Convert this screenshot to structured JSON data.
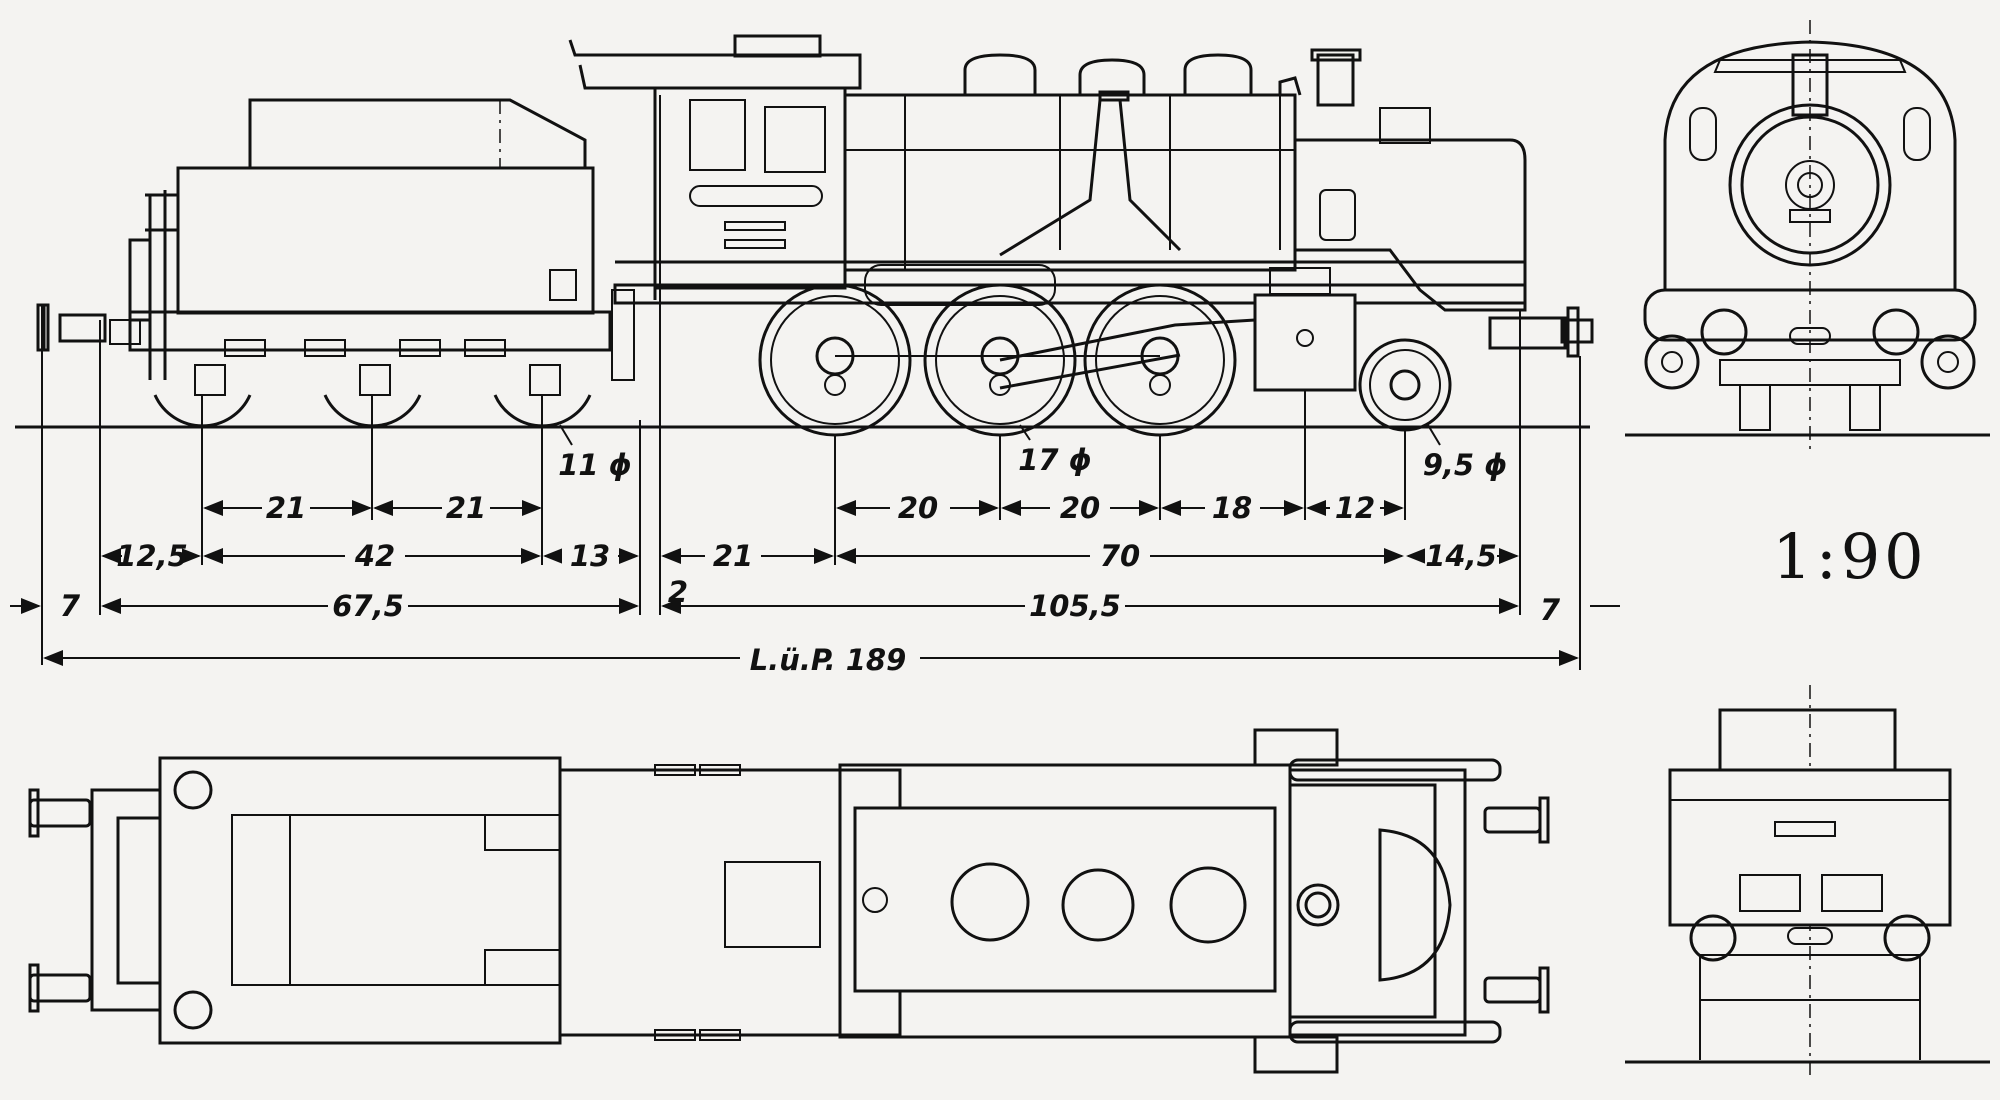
{
  "drawing": {
    "scale": "1:90",
    "overall_length": "L.ü.P. 189",
    "wheel_diameters": {
      "tender": "11 ϕ",
      "driving": "17 ϕ",
      "leading": "9,5 ϕ"
    },
    "dimensions": {
      "tender_axle_1": "21",
      "tender_axle_2": "21",
      "tender_overhang_rear": "12,5",
      "tender_wheelbase": "42",
      "tender_overhang_front": "13",
      "loco_overhang_rear": "21",
      "loco_axle_1": "20",
      "loco_axle_2": "20",
      "loco_axle_3": "18",
      "loco_axle_4": "12",
      "loco_wheelbase": "70",
      "loco_overhang_front": "14,5",
      "buffer_rear": "7",
      "tender_length": "67,5",
      "coupling_gap": "2",
      "loco_length": "105,5",
      "buffer_front": "7"
    }
  }
}
